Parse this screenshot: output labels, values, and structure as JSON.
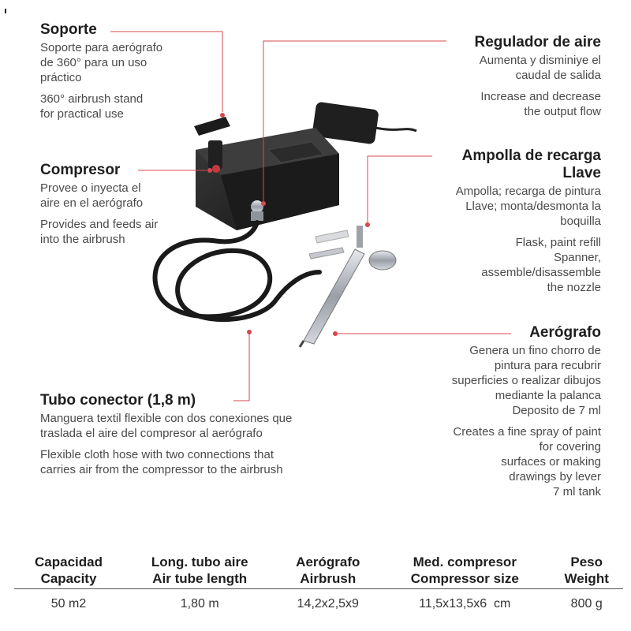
{
  "labels": {
    "soporte": {
      "title": "Soporte",
      "es": [
        "Soporte para aerógrafo",
        "de 360° para un uso",
        "práctico"
      ],
      "en": [
        "360° airbrush stand",
        "for practical use"
      ]
    },
    "compresor": {
      "title": "Compresor",
      "es": [
        "Provee o inyecta el",
        "aire en el aerógrafo"
      ],
      "en": [
        "Provides and feeds air",
        "into the airbrush"
      ]
    },
    "tubo": {
      "title": "Tubo conector (1,8 m)",
      "es": [
        "Manguera textil flexible con dos conexiones que",
        "traslada el aire del compresor al aerógrafo"
      ],
      "en": [
        "Flexible cloth hose with two connections that",
        "carries air from the compressor to the airbrush"
      ]
    },
    "regulador": {
      "title": "Regulador de aire",
      "es": [
        "Aumenta y disminiye el",
        "caudal de salida"
      ],
      "en": [
        "Increase and decrease",
        "the output flow"
      ]
    },
    "ampolla": {
      "title1": "Ampolla de recarga",
      "title2": "Llave",
      "es": [
        "Ampolla; recarga de pintura",
        "Llave; monta/desmonta la",
        "boquilla"
      ],
      "en": [
        "Flask, paint refill",
        "Spanner,",
        "assemble/disassemble",
        "the nozzle"
      ]
    },
    "aerografo": {
      "title": "Aerógrafo",
      "es": [
        "Genera un fino chorro de",
        "pintura para recubrir",
        "superficies o realizar dibujos",
        "mediante la palanca",
        "Deposito de 7 ml"
      ],
      "en": [
        "Creates a fine spray of paint",
        "for covering",
        "surfaces or making",
        "drawings by lever",
        "7 ml tank"
      ]
    }
  },
  "specs": {
    "headers": [
      [
        "Capacidad",
        "Capacity"
      ],
      [
        "Long. tubo aire",
        "Air tube length"
      ],
      [
        "Aerógrafo",
        "Airbrush"
      ],
      [
        "Med. compresor",
        "Compressor size"
      ],
      [
        "Peso",
        "Weight"
      ]
    ],
    "values": [
      "50 m2",
      "1,80 m",
      "14,2x2,5x9",
      "11,5x13,5x6  cm",
      "800 g"
    ]
  },
  "colors": {
    "leader": "#d6484e",
    "compressor_body": "#262626",
    "hose": "#1a1a1a",
    "chrome": "#b8bcc2"
  }
}
